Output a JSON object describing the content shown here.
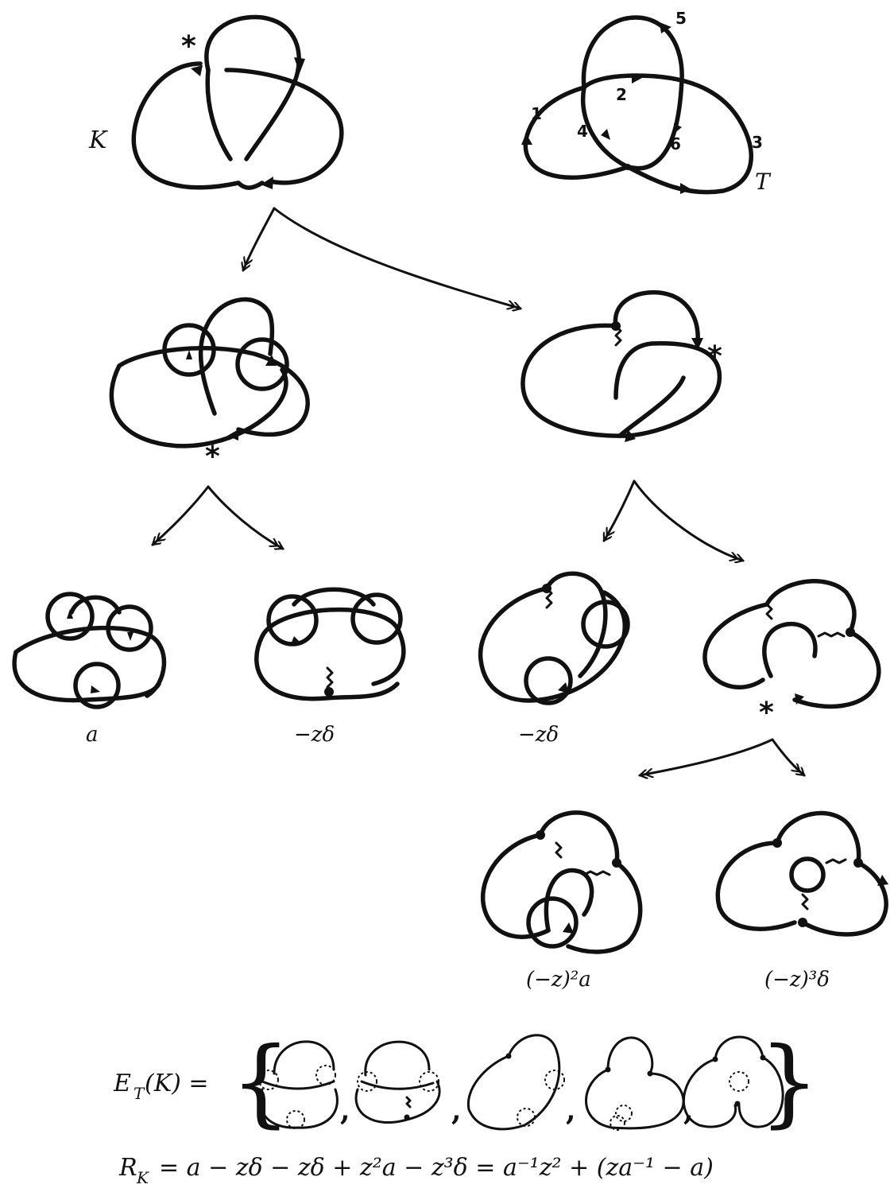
{
  "labels": {
    "knot": "K",
    "tree": "T",
    "crossing_numbers": [
      "1",
      "2",
      "3",
      "4",
      "5",
      "6"
    ],
    "star": "*"
  },
  "leaf_weights": [
    "a",
    "−zδ",
    "−zδ",
    "(−z)²a",
    "(−z)³δ"
  ],
  "states_label": "E",
  "states_label_sub": "T",
  "states_label_arg": "(K) =",
  "brace_open": "{",
  "brace_close": "}",
  "separator": ",",
  "formula_lhs": "R",
  "formula_lhs_sub": "K",
  "formula_rhs": "= a − zδ − zδ + z²a − z³δ = a⁻¹z² + (za⁻¹ − a)"
}
